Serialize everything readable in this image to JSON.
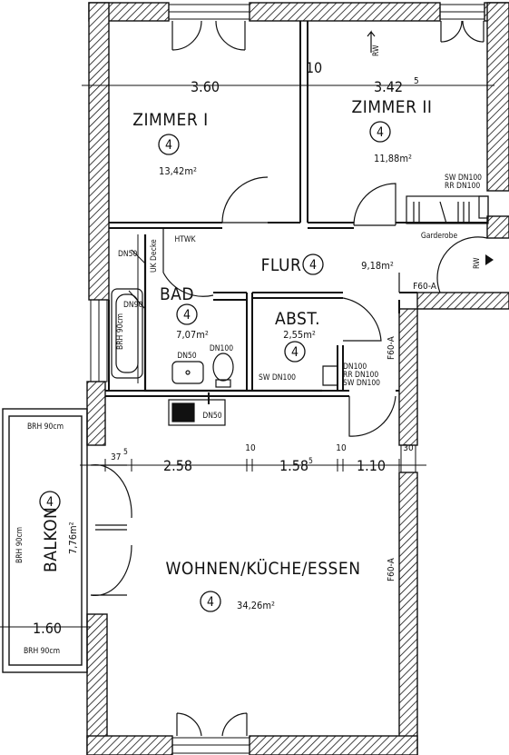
{
  "rooms": {
    "zimmer1": {
      "name": "ZIMMER I",
      "area": "13,42m²",
      "number": "4"
    },
    "zimmer2": {
      "name": "ZIMMER II",
      "area": "11,88m²",
      "number": "4"
    },
    "flur": {
      "name": "FLUR",
      "area": "9,18m²",
      "number": "4"
    },
    "bad": {
      "name": "BAD",
      "area": "7,07m²",
      "number": "4"
    },
    "abst": {
      "name": "ABST.",
      "area": "2,55m²",
      "number": "4"
    },
    "wohnen": {
      "name": "WOHNEN/KÜCHE/ESSEN",
      "area": "34,26m²",
      "number": "4"
    },
    "balkon": {
      "name": "BALKON",
      "area": "7,76m²",
      "number": "4"
    }
  },
  "dimensions": {
    "top_left": "3.60",
    "top_wall": "10",
    "top_right": "3.42",
    "top_right_sup": "5",
    "mid_offset": "37",
    "mid_offset_sup": "5",
    "mid_1": "2.58",
    "mid_wall1": "10",
    "mid_2": "1.58",
    "mid_2_sup": "5",
    "mid_wall2": "10",
    "mid_3": "1.10",
    "mid_right": "30",
    "balcony_width": "1.60"
  },
  "annotations": {
    "rw_top": "RW",
    "sw_dn100_a": "SW  DN100",
    "rr_dn100_a": "RR  DN100",
    "garderobe": "Garderobe",
    "rw_right": "RW",
    "f60a_1": "F60-A",
    "f60a_2": "F60-A",
    "f60a_3": "F60-A",
    "htwk": "HTWK",
    "dn50_a": "DN50",
    "uk_decke": "UK Decke",
    "dn90": "DN90",
    "brh_90cm_bath": "BRH 90cm",
    "dn50_b": "DN50",
    "dn100_wc": "DN100",
    "sw_dn100_b": "SW  DN100",
    "dn100_c": "DN100",
    "rr_dn100_c": "RR  DN100",
    "sw_dn100_c": "SW  DN100",
    "dn50_sink": "DN50",
    "brh_90cm_top": "BRH 90cm",
    "brh_90cm_left": "BRH 90cm",
    "brh_90cm_bottom": "BRH 90cm"
  }
}
